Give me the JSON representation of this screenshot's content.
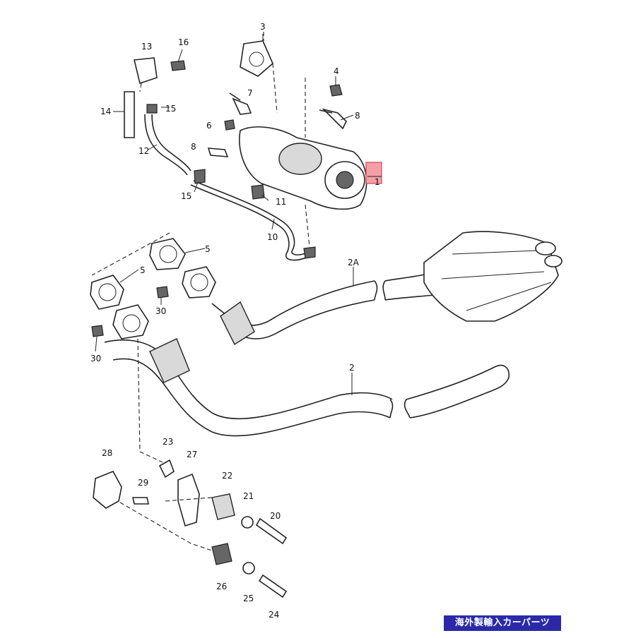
{
  "callouts": {
    "c1": "1",
    "c2": "2",
    "c2a": "2A",
    "c3": "3",
    "c4": "4",
    "c5a": "5",
    "c5b": "5",
    "c6": "6",
    "c7": "7",
    "c8a": "8",
    "c8b": "8",
    "c10": "10",
    "c11": "11",
    "c12": "12",
    "c13": "13",
    "c14": "14",
    "c15a": "15",
    "c15b": "15",
    "c16": "16",
    "c20": "20",
    "c21": "21",
    "c22": "22",
    "c23": "23",
    "c24": "24",
    "c25": "25",
    "c26": "26",
    "c27": "27",
    "c28": "28",
    "c29": "29",
    "c30a": "30",
    "c30b": "30"
  },
  "highlight_color": "#d64550",
  "banner": {
    "text": "海外製輸入カーパーツ",
    "color": "#2a2aa8"
  }
}
